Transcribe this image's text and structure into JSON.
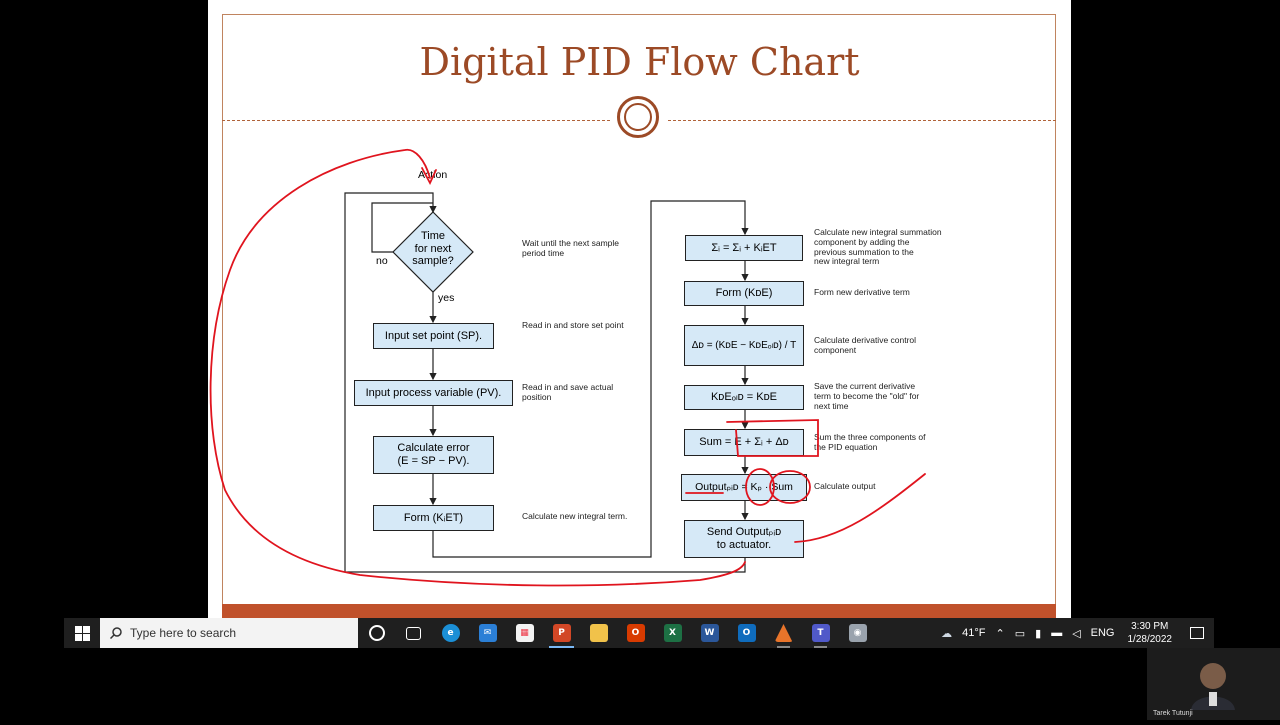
{
  "slide": {
    "title": "Digital PID Flow Chart",
    "left_chart": {
      "action": "Action",
      "diamond": "Time\nfor next\nsample?",
      "no": "no",
      "yes": "yes",
      "boxes": [
        "Input set point (SP).",
        "Input process variable (PV).",
        "Calculate error\n(E = SP − PV).",
        "Form (KᵢET)"
      ],
      "notes": [
        "Wait until the next sample\nperiod time",
        "Read in and store set point",
        "Read in and save actual\nposition",
        "Calculate new integral term."
      ]
    },
    "right_chart": {
      "boxes": [
        "Σᵢ = Σᵢ + KᵢET",
        "Form (KᴅE)",
        "Δᴅ = (KᴅE − KᴅEₒₗᴅ) / T",
        "KᴅEₒₗᴅ = KᴅE",
        "Sum = E + Σᵢ + Δᴅ",
        "Outputₚᵢᴅ = Kₚ · Sum",
        "Send Outputₚᵢᴅ\nto actuator."
      ],
      "notes": [
        "Calculate new integral summation\ncomponent by adding the\nprevious summation to the\nnew integral term",
        "Form new derivative term",
        "Calculate derivative control\ncomponent",
        "Save the current derivative\nterm to become the \"old\" for\nnext time",
        "Sum the three components of\nthe PID equation",
        "Calculate output"
      ]
    }
  },
  "taskbar": {
    "search_placeholder": "Type here to search",
    "weather": "41°F",
    "language": "ENG",
    "time": "3:30 PM",
    "date": "1/28/2022",
    "apps": [
      "task-view",
      "edge",
      "mail",
      "store",
      "powerpoint",
      "file-explorer",
      "office",
      "excel",
      "word",
      "outlook",
      "matlab",
      "teams",
      "camera"
    ]
  },
  "webcam": {
    "name": "Tarek Tutunji"
  },
  "colors": {
    "title": "#9c4a26",
    "box_fill": "#d6e9f7",
    "ink": "#e0141e",
    "slide_bar": "#c0512b"
  }
}
